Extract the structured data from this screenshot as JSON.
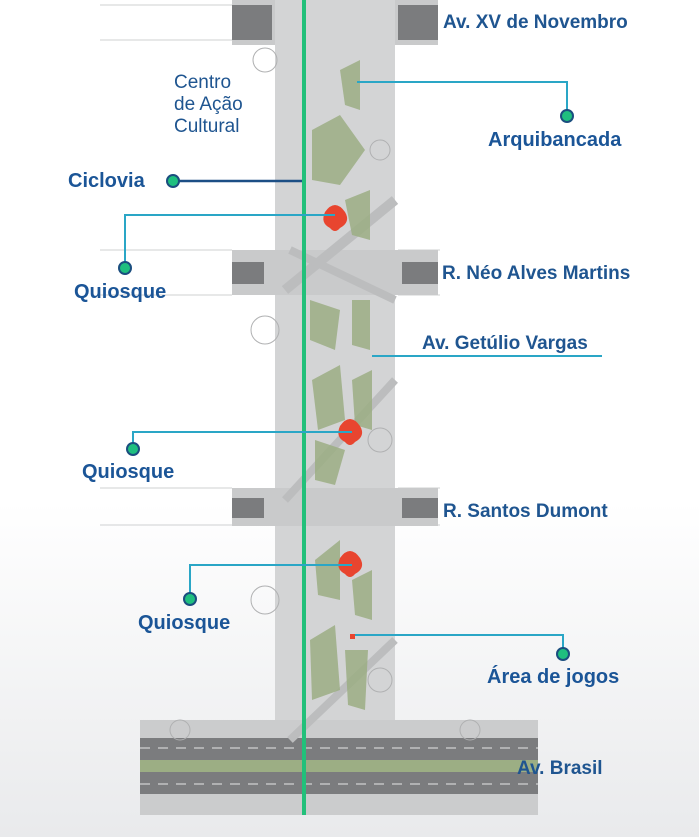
{
  "streets": {
    "xv_novembro": "Av. XV de Novembro",
    "neo_alves": "R. Néo Alves Martins",
    "getulio": "Av. Getúlio Vargas",
    "santos_dumont": "R. Santos Dumont",
    "brasil": "Av. Brasil"
  },
  "centro": [
    "Centro",
    "de Ação",
    "Cultural"
  ],
  "features": {
    "arquibancada": "Arquibancada",
    "ciclovia": "Ciclovia",
    "quiosque_1": "Quiosque",
    "quiosque_2": "Quiosque",
    "quiosque_3": "Quiosque",
    "area_jogos": "Área de jogos"
  },
  "colors": {
    "text": "#1f5590",
    "leader": "#2aa6c6",
    "ciclovia_line": "#1c4f85",
    "bike_path": "#22c07a",
    "marker": "#1fbf7f",
    "kiosk": "#e8452f",
    "pavement": "#c9cacb",
    "road": "#7b7c7e",
    "green": "#9cae84"
  }
}
